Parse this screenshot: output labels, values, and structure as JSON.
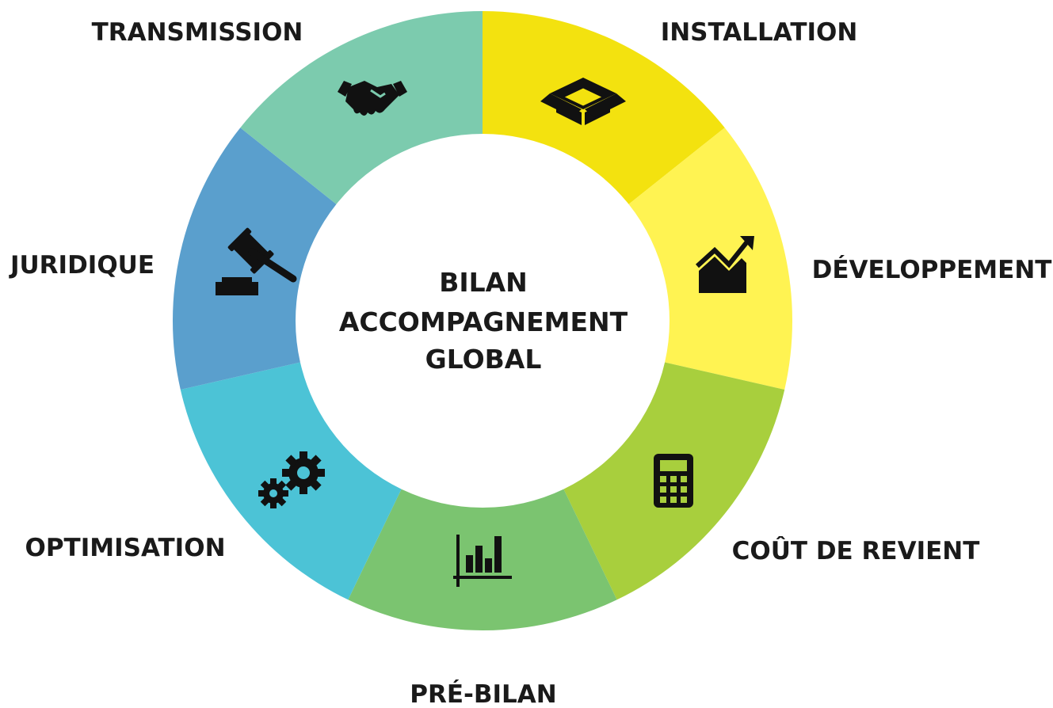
{
  "diagram": {
    "center_lines": [
      "BILAN",
      "ACCOMPAGNEMENT",
      "GLOBAL"
    ],
    "segments": [
      {
        "label": "INSTALLATION",
        "color": "#f3e20f",
        "icon": "open-box-icon"
      },
      {
        "label": "DÉVELOPPEMENT",
        "color": "#fff352",
        "icon": "growth-chart-icon"
      },
      {
        "label": "COÛT DE REVIENT",
        "color": "#a8cf3d",
        "icon": "calculator-icon"
      },
      {
        "label": "PRÉ-BILAN",
        "color": "#7bc470",
        "icon": "bar-chart-icon"
      },
      {
        "label": "OPTIMISATION",
        "color": "#4cc3d6",
        "icon": "gears-icon"
      },
      {
        "label": "JURIDIQUE",
        "color": "#5a9fcd",
        "icon": "gavel-icon"
      },
      {
        "label": "TRANSMISSION",
        "color": "#7ccbae",
        "icon": "handshake-icon"
      }
    ]
  }
}
